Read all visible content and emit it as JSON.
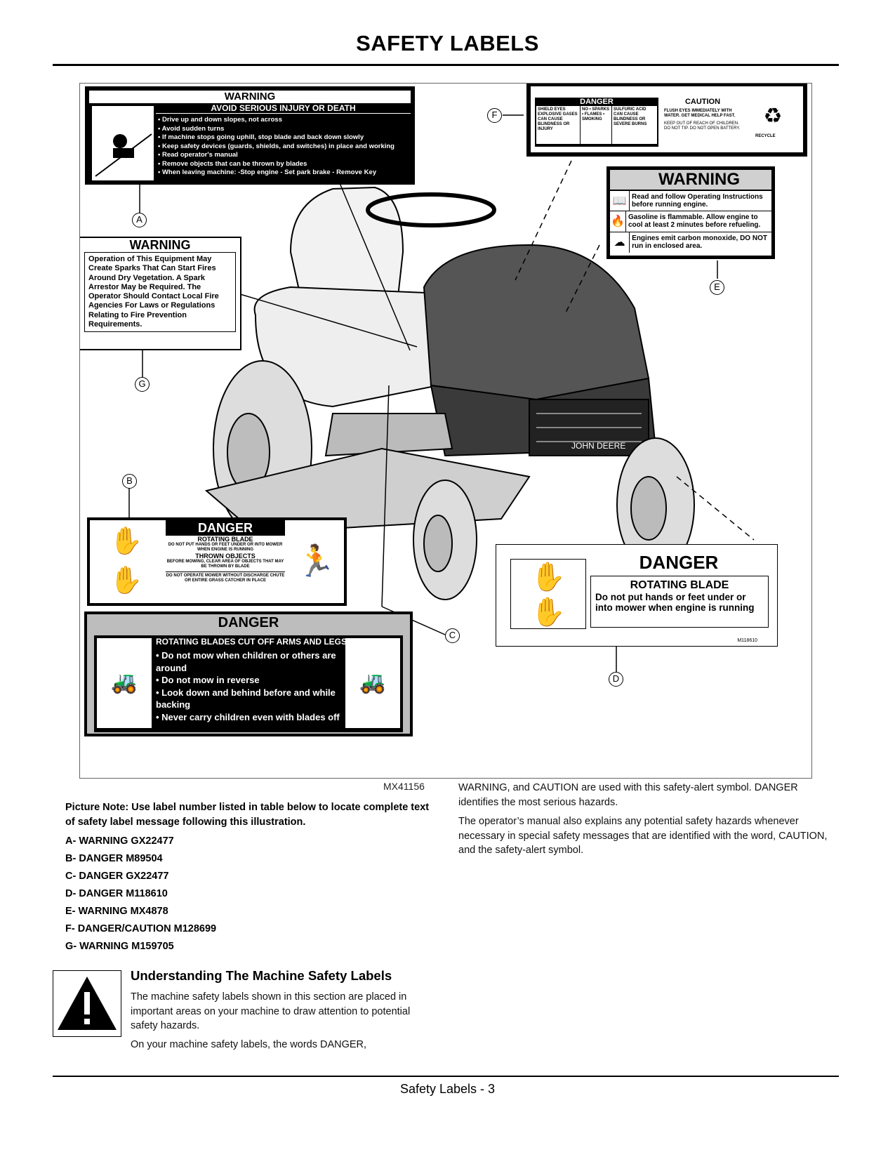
{
  "page": {
    "title": "SAFETY LABELS",
    "footer": "Safety Labels - 3",
    "figure_id": "MX41156"
  },
  "labels": {
    "A": {
      "signal": "WARNING",
      "subhead": "AVOID SERIOUS INJURY OR DEATH",
      "items": [
        "Drive up and down slopes, not across",
        "Avoid sudden turns",
        "If machine stops going uphill, stop blade and back down slowly",
        "Keep safety devices (guards, shields, and switches) in place and working",
        "Read operator's manual",
        "Remove objects that can be thrown by blades",
        "When leaving machine: -Stop engine - Set park brake - Remove Key"
      ]
    },
    "B": {
      "signal": "DANGER",
      "h1": "ROTATING BLADE",
      "t1": "DO NOT PUT HANDS OR FEET UNDER OR INTO MOWER WHEN ENGINE IS RUNNING",
      "h2": "THROWN OBJECTS",
      "t2": "BEFORE MOWING, CLEAR AREA OF OBJECTS THAT MAY BE THROWN BY BLADE",
      "t3": "DO NOT OPERATE MOWER WITHOUT DISCHARGE CHUTE OR ENTIRE GRASS CATCHER IN PLACE"
    },
    "C": {
      "signal": "DANGER",
      "subhead": "ROTATING BLADES CUT OFF ARMS AND LEGS",
      "items": [
        "Do not mow when children or others are around",
        "Do not mow in reverse",
        "Look down and behind before and while backing",
        "Never carry children even with blades off"
      ]
    },
    "D": {
      "signal": "DANGER",
      "h1": "ROTATING BLADE",
      "t1": "Do not put hands or feet under or into mower when engine is running",
      "code": "M118610"
    },
    "E": {
      "signal": "WARNING",
      "rows": [
        "Read and follow Operating Instructions before running engine.",
        "Gasoline is flammable. Allow engine to cool at least 2 minutes before refueling.",
        "Engines emit carbon monoxide, DO NOT run in enclosed area."
      ]
    },
    "F": {
      "danger": "DANGER",
      "caution": "CAUTION",
      "c1": "SHIELD EYES EXPLOSIVE GASES CAN CAUSE BLINDNESS OR INJURY",
      "c2": "NO • SPARKS • FLAMES • SMOKING",
      "c3": "SULFURIC ACID CAN CAUSE BLINDNESS OR SEVERE BURNS",
      "c4": "FLUSH EYES IMMEDIATELY WITH WATER. GET MEDICAL HELP FAST.",
      "c5": "KEEP OUT OF REACH OF CHILDREN. DO NOT TIP. DO NOT OPEN BATTERY.",
      "recycle": "RECYCLE"
    },
    "G": {
      "signal": "WARNING",
      "text": "Operation of This Equipment May Create Sparks That Can Start Fires Around Dry Vegetation. A Spark Arrestor May be Required. The Operator Should Contact Local Fire Agencies For Laws or Regulations Relating to Fire Prevention Requirements."
    }
  },
  "callouts": [
    "A",
    "B",
    "C",
    "D",
    "E",
    "F",
    "G"
  ],
  "picture_note": "Picture Note: Use label number listed in table below to locate complete text of safety label message following this illustration.",
  "key_list": [
    "A- WARNING GX22477",
    "B- DANGER M89504",
    "C- DANGER GX22477",
    "D- DANGER M118610",
    "E- WARNING MX4878",
    "F- DANGER/CAUTION M128699",
    "G- WARNING M159705"
  ],
  "section": {
    "heading": "Understanding The Machine Safety Labels",
    "p1": "The machine safety labels shown in this section are placed in important areas on your machine to draw attention to potential safety hazards.",
    "p2": "On your machine safety labels, the words DANGER,",
    "p3": "WARNING, and CAUTION are used with this safety-alert symbol. DANGER identifies the most serious hazards.",
    "p4": "The operator’s manual also explains any potential safety hazards whenever necessary in special safety messages that are identified with the word, CAUTION, and the safety-alert symbol."
  }
}
